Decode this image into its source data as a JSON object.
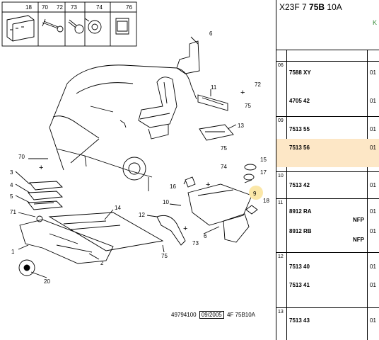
{
  "header": {
    "prefix": "X23F 7",
    "bold": "75B",
    "suffix": "10A",
    "green": "K"
  },
  "callouts": {
    "c1": "1",
    "c2": "2",
    "c3": "3",
    "c4": "4",
    "c5": "5",
    "c6": "6",
    "c6b": "6",
    "c9": "9",
    "c10": "10",
    "c11": "11",
    "c12": "12",
    "c13": "13",
    "c14": "14",
    "c15": "15",
    "c16": "16",
    "c17": "17",
    "c18": "18",
    "c20": "20",
    "c70": "70",
    "c71": "71",
    "c72": "72",
    "c73": "73",
    "c74": "74",
    "c75a": "75",
    "c75b": "75",
    "c75c": "75"
  },
  "legend": [
    "18",
    "70",
    "72",
    "73",
    "74",
    "76"
  ],
  "footer": {
    "ref": "49794100",
    "date": "09/2005",
    "code": "4F 75B10A"
  },
  "rows": [
    {
      "num": "06",
      "items": [
        {
          "pn": "7588 XY",
          "qty": "01"
        },
        {
          "pn": "4705 42",
          "qty": "01"
        }
      ]
    },
    {
      "num": "09",
      "items": [
        {
          "pn": "7513 55",
          "qty": "01"
        },
        {
          "pn": "7513 56",
          "qty": "01"
        }
      ]
    },
    {
      "num": "10",
      "items": [
        {
          "pn": "7513 42",
          "qty": "01"
        }
      ]
    },
    {
      "num": "11",
      "items": [
        {
          "pn": "8912 RA",
          "qty": "01",
          "nfp": "NFP"
        },
        {
          "pn": "8912 RB",
          "qty": "01",
          "nfp": "NFP"
        }
      ]
    },
    {
      "num": "12",
      "items": [
        {
          "pn": "7513 40",
          "qty": "01"
        },
        {
          "pn": "7513 41",
          "qty": "01"
        }
      ]
    },
    {
      "num": "13",
      "items": [
        {
          "pn": "7513 43",
          "qty": "01"
        }
      ]
    }
  ]
}
